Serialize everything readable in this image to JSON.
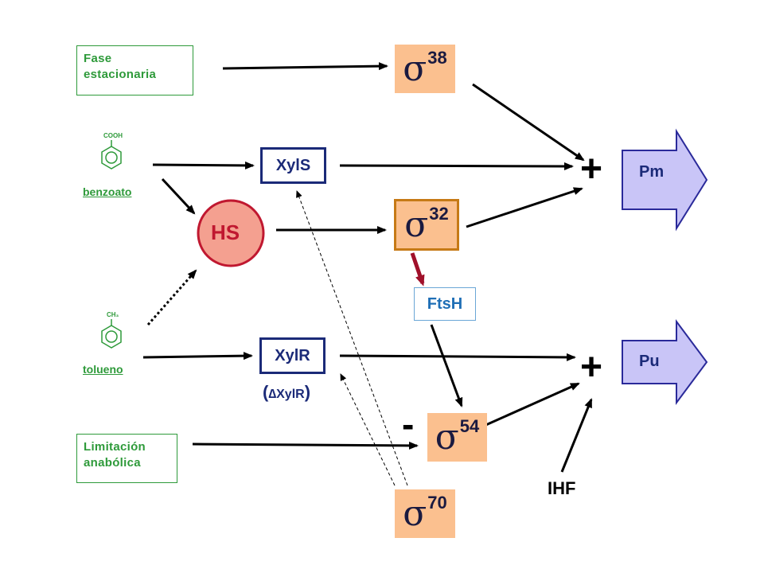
{
  "colors": {
    "green": "#2e9a3a",
    "navy": "#1b2a78",
    "sigma_fill": "#fbc08f",
    "sigma32_border": "#c67a16",
    "hs_fill": "#f4a090",
    "hs_border": "#c01830",
    "promoter_fill": "#c9c5f7",
    "promoter_border": "#2a2a9a",
    "ftsh_text": "#1f6fb6",
    "ftsh_arrow": "#a0102a"
  },
  "inputs": {
    "fase_line1": "Fase",
    "fase_line2": "estacionaria",
    "limitacion_line1": "Limitación",
    "limitacion_line2": "anabólica"
  },
  "molecules": {
    "benzoato_group": "COOH",
    "benzoato_label": "benzoato",
    "tolueno_group": "CH₃",
    "tolueno_label": "tolueno"
  },
  "regulators": {
    "xyls": "XylS",
    "xylr": "XylR",
    "hs": "HS",
    "delta_prefix": "(",
    "delta_symbol": "∆",
    "delta_text": "XylR",
    "delta_suffix": ")"
  },
  "sigma_factors": {
    "symbol": "σ",
    "s38": "38",
    "s32": "32",
    "s54": "54",
    "s70": "70"
  },
  "proteases": {
    "ftsh": "FtsH"
  },
  "promoters": {
    "pm": "Pm",
    "pu": "Pu"
  },
  "signs": {
    "plus_top": "+",
    "plus_bottom": "+",
    "minus": "-"
  },
  "ihf": "IHF"
}
